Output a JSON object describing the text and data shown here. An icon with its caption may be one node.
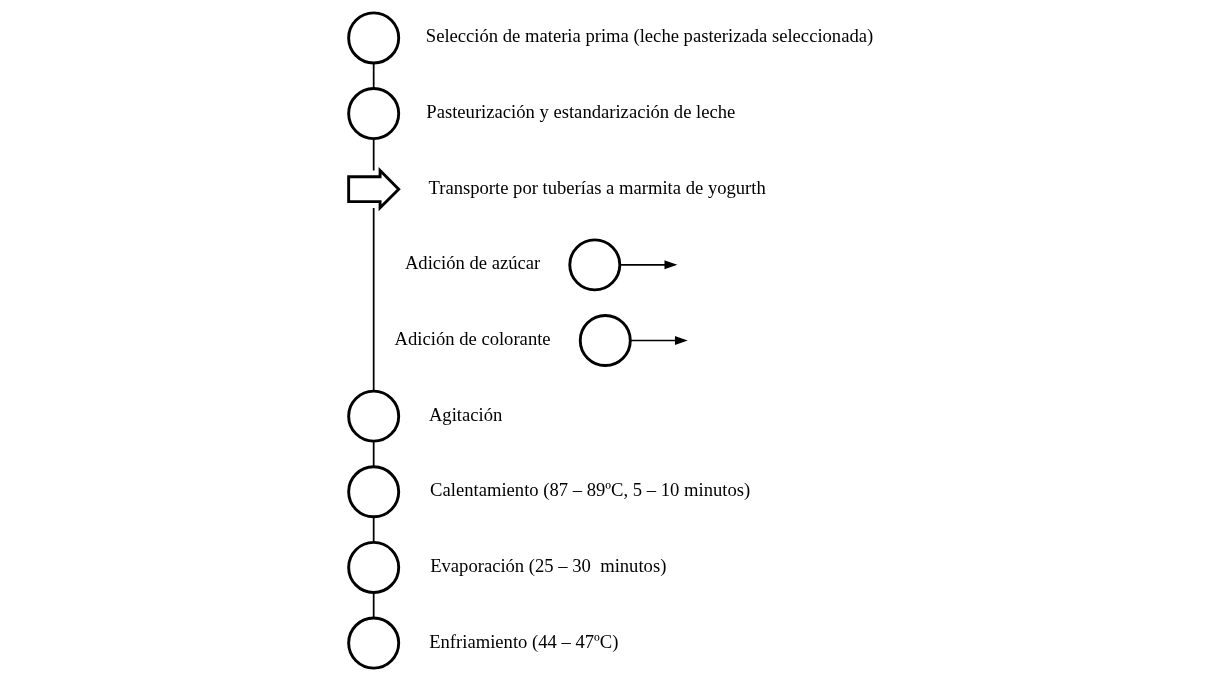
{
  "diagram": {
    "nodes": [
      {
        "text": [],
        "shape": "circle",
        "beside": [
          "Selección de materia prima (leche pasterizada seleccionada)"
        ]
      },
      {
        "text": [],
        "shape": "circle",
        "beside": [
          "Pasteurización y estandarización de leche"
        ]
      },
      {
        "text": [],
        "shape": "arrow",
        "beside": [
          "Transporte por tuberías a marmita de yogurth"
        ]
      },
      {
        "text": [],
        "shape": "circle",
        "beside": [
          "Adición de azúcar"
        ]
      },
      {
        "text": [],
        "shape": "circle",
        "beside": [
          "Adición de colorante"
        ]
      },
      {
        "text": [],
        "shape": "circle",
        "beside": [
          "Agitación"
        ]
      },
      {
        "text": [],
        "shape": "circle",
        "beside": [
          "Calentamiento (87 – 89ºC, 5 – 10 minutos)"
        ]
      },
      {
        "text": [],
        "shape": "circle",
        "beside": [
          "Evaporación (25 – 30  minutos)"
        ]
      },
      {
        "text": [],
        "shape": "circle",
        "beside": [
          "Enfriamiento (44 – 47ºC)"
        ]
      }
    ],
    "edges": [
      {
        "from": 0,
        "to": 1,
        "arrow": "none"
      },
      {
        "from": 1,
        "to": 2,
        "arrow": "none"
      },
      {
        "from": 2,
        "to": 5,
        "arrow": "none"
      },
      {
        "from": 3,
        "to": null,
        "arrow": "to"
      },
      {
        "from": 4,
        "to": null,
        "arrow": "to"
      },
      {
        "from": 5,
        "to": 6,
        "arrow": "none"
      },
      {
        "from": 6,
        "to": 7,
        "arrow": "none"
      },
      {
        "from": 7,
        "to": 8,
        "arrow": "none"
      }
    ]
  }
}
